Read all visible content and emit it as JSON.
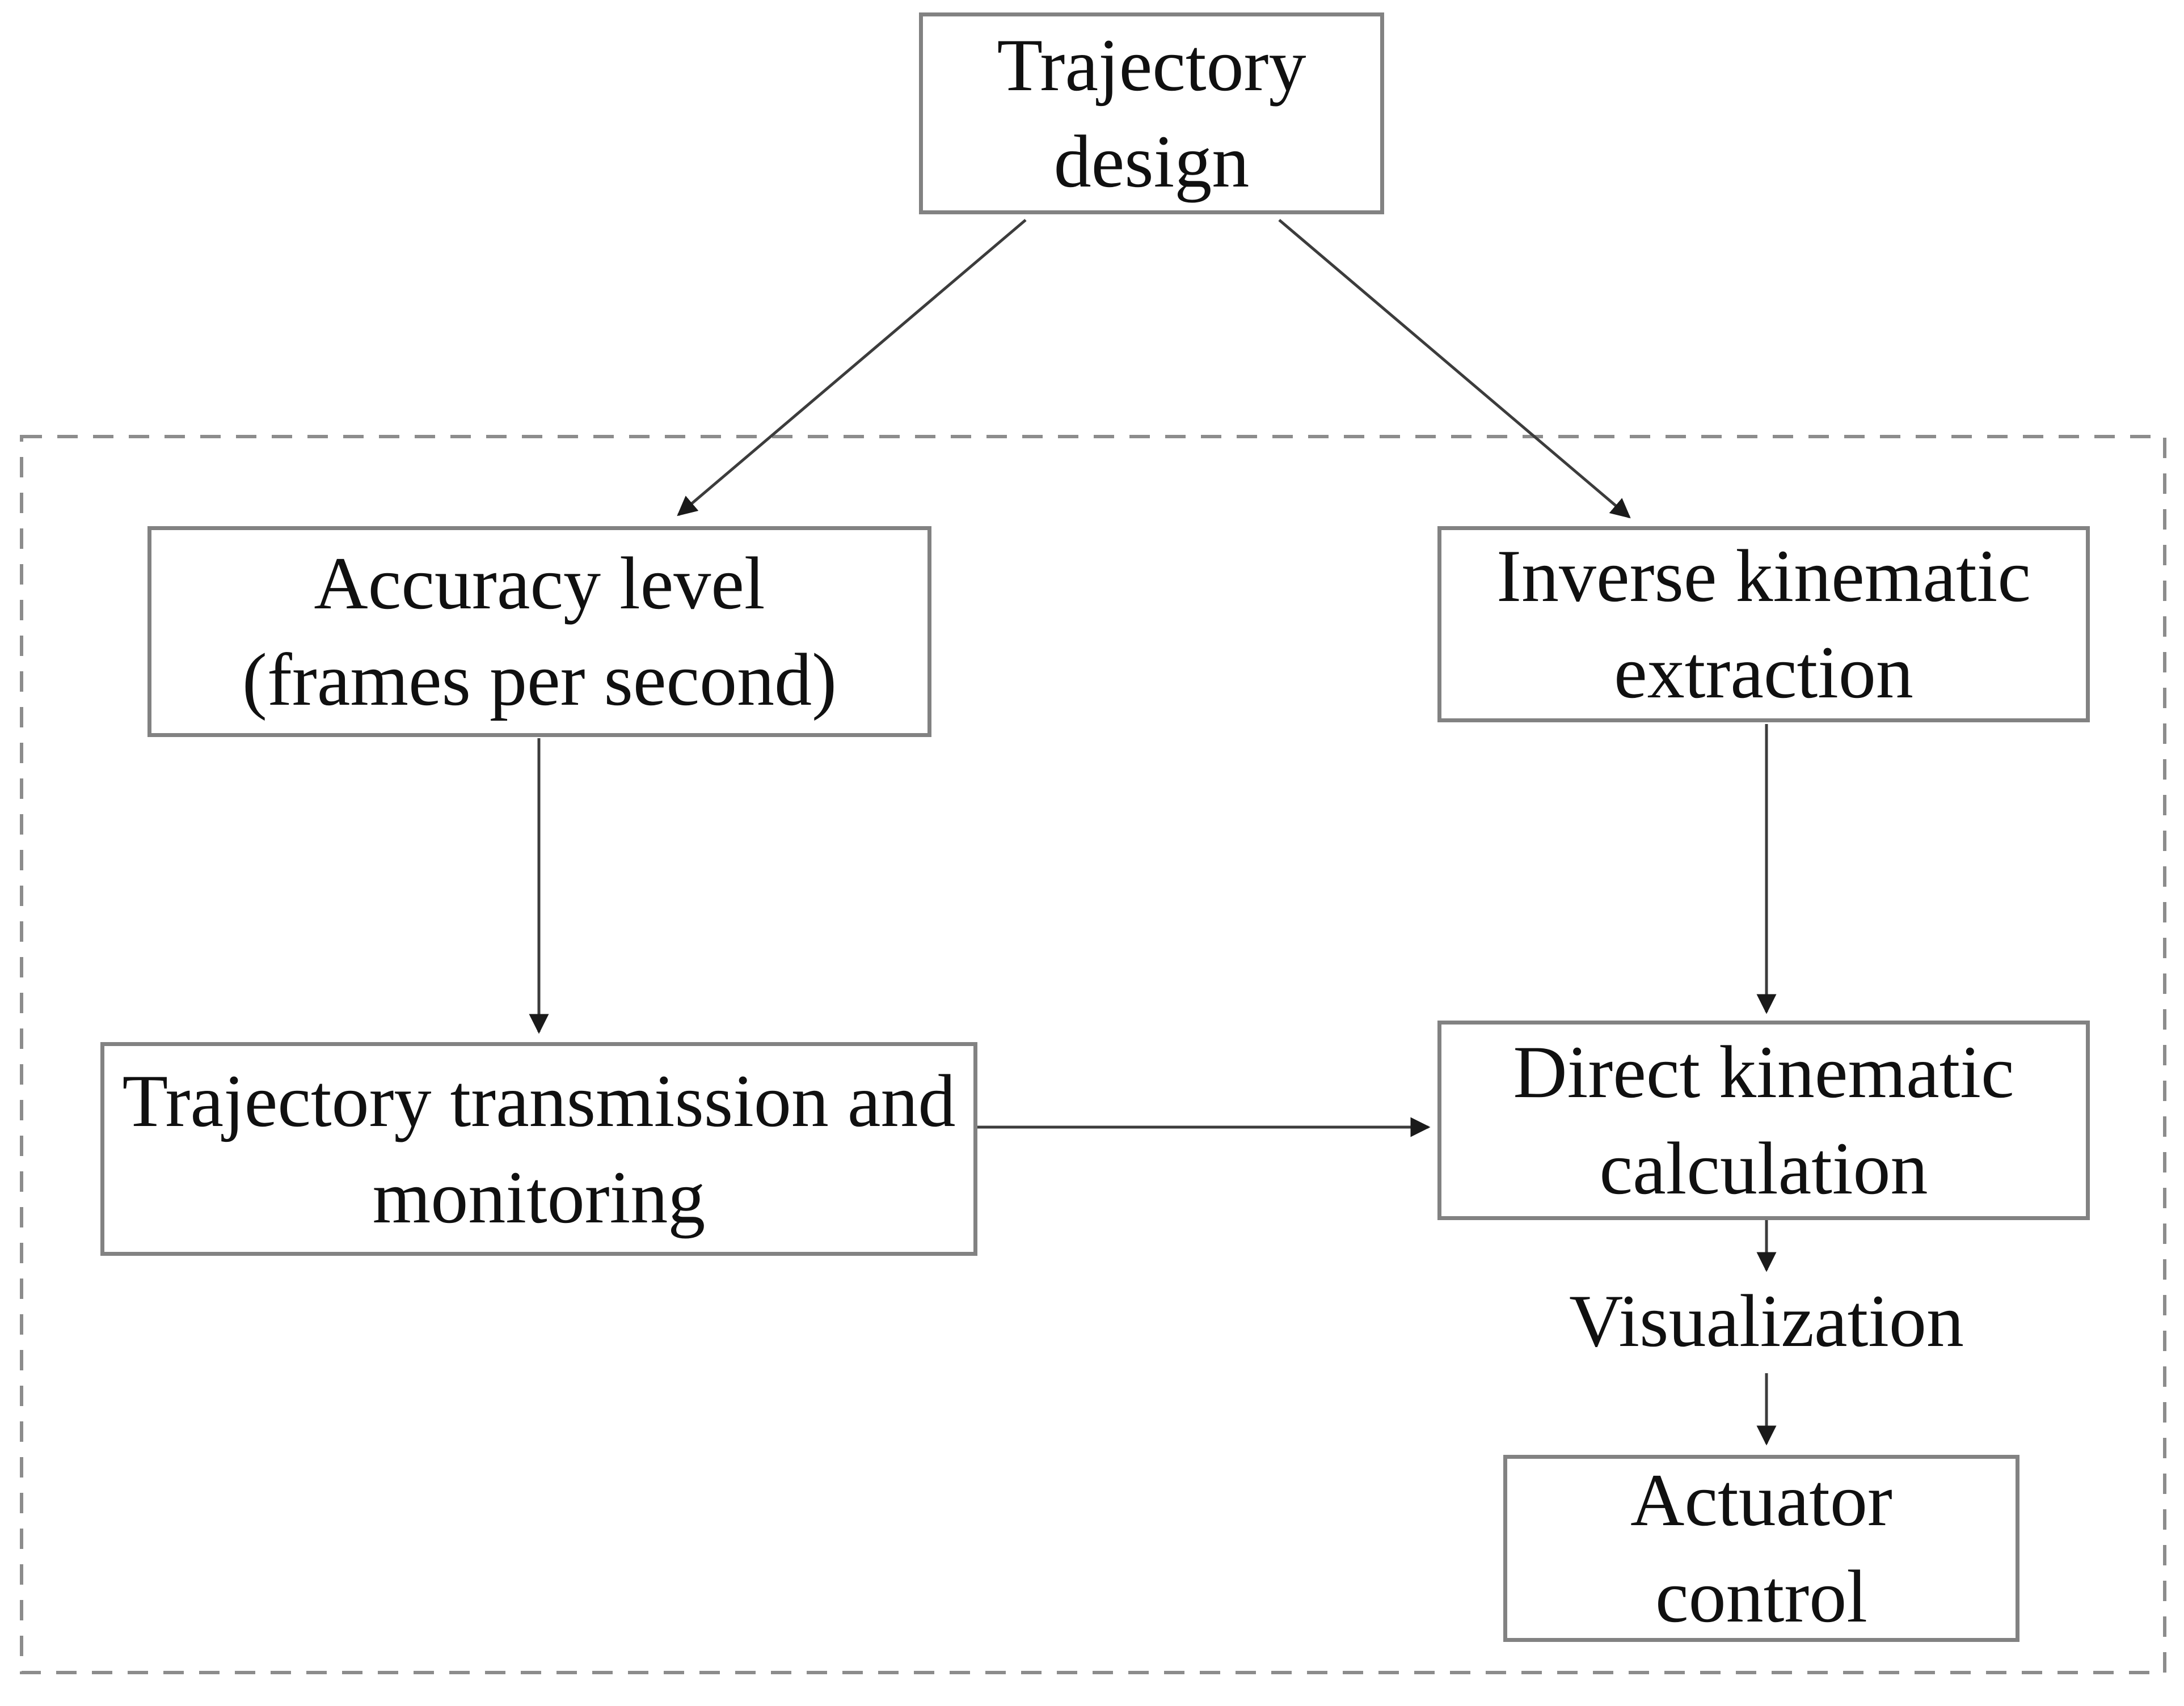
{
  "figure": {
    "type": "flowchart",
    "background": "#ffffff"
  },
  "colors": {
    "box_border": "#828282",
    "dashed_border": "#8c8c8c",
    "arrow_line": "#3c3c3c",
    "arrow_head": "#1a1a1a",
    "text": "#101010"
  },
  "nodes": {
    "trajectory_design": {
      "lines": [
        "Trajectory",
        "design"
      ],
      "boxed": true
    },
    "accuracy_level": {
      "lines": [
        "Accuracy level",
        "(frames per second)"
      ],
      "boxed": true
    },
    "inverse_kinematic": {
      "lines": [
        "Inverse kinematic",
        "extraction"
      ],
      "boxed": true
    },
    "trajectory_transmission": {
      "lines": [
        "Trajectory transmission and",
        "monitoring"
      ],
      "boxed": true
    },
    "direct_kinematic": {
      "lines": [
        "Direct kinematic",
        "calculation"
      ],
      "boxed": true
    },
    "visualization": {
      "lines": [
        "Visualization"
      ],
      "boxed": false
    },
    "actuator_control": {
      "lines": [
        "Actuator",
        "control"
      ],
      "boxed": true
    }
  },
  "edges": [
    {
      "from": "trajectory_design",
      "to": "accuracy_level"
    },
    {
      "from": "trajectory_design",
      "to": "inverse_kinematic"
    },
    {
      "from": "accuracy_level",
      "to": "trajectory_transmission"
    },
    {
      "from": "inverse_kinematic",
      "to": "direct_kinematic"
    },
    {
      "from": "trajectory_transmission",
      "to": "direct_kinematic"
    },
    {
      "from": "direct_kinematic",
      "to": "visualization"
    },
    {
      "from": "visualization",
      "to": "actuator_control"
    }
  ],
  "container": {
    "style": "dashed",
    "contains": [
      "accuracy_level",
      "inverse_kinematic",
      "trajectory_transmission",
      "direct_kinematic",
      "visualization",
      "actuator_control"
    ]
  }
}
